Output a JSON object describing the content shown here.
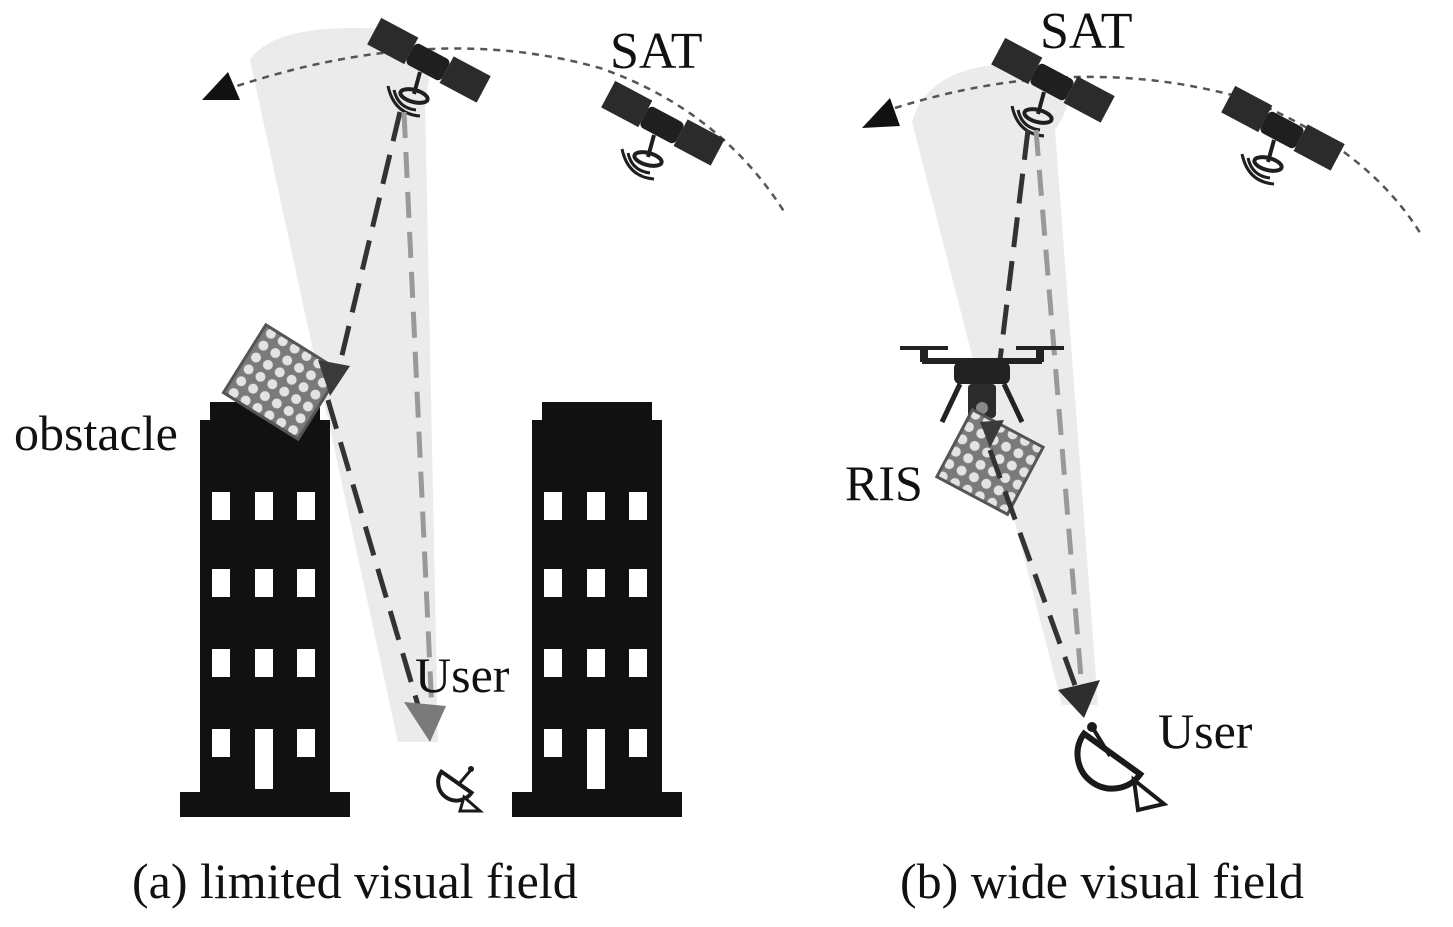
{
  "panel_a": {
    "sat_label": "SAT",
    "obstacle_label": "obstacle",
    "user_label": "User",
    "caption": "(a) limited visual field"
  },
  "panel_b": {
    "sat_label": "SAT",
    "ris_label": "RIS",
    "user_label": "User",
    "caption": "(b) wide visual field"
  },
  "colors": {
    "beam": "#ebebeb",
    "building": "#111111",
    "ink": "#1a1a1a",
    "dash_light": "#8a8a8a",
    "ris_panel": "#d9d9d9"
  },
  "icons": [
    "satellite-icon",
    "building-icon",
    "ris-panel-icon",
    "drone-icon",
    "dish-antenna-icon",
    "orbit-arrow-icon"
  ]
}
